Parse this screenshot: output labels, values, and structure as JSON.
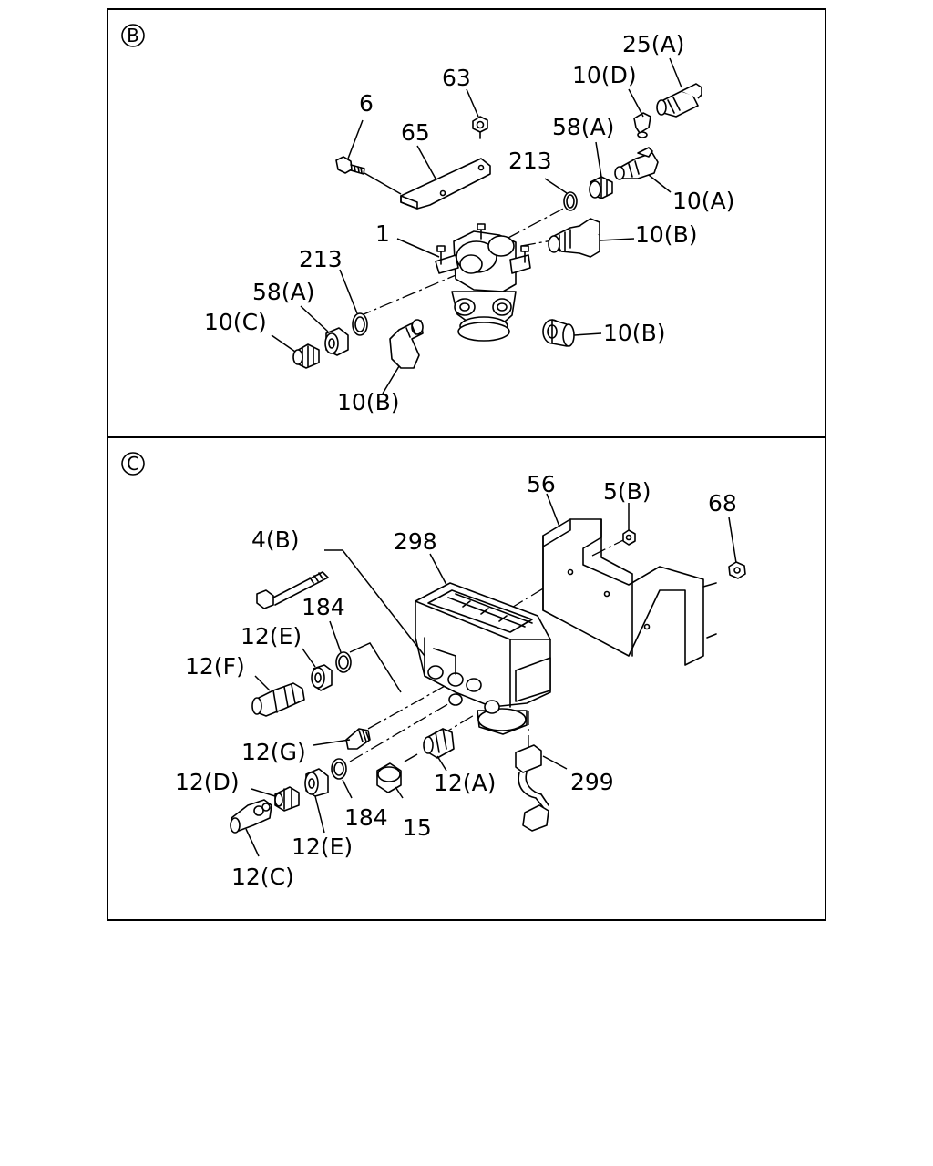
{
  "panels": {
    "B": {
      "badge": "B",
      "labels": {
        "p25A": "25(A)",
        "p10D": "10(D)",
        "p63": "63",
        "p6": "6",
        "p65": "65",
        "p58A_top": "58(A)",
        "p213_top": "213",
        "p10A": "10(A)",
        "p1": "1",
        "p10B_right": "10(B)",
        "p213_left": "213",
        "p58A_left": "58(A)",
        "p10C": "10(C)",
        "p10B_mid": "10(B)",
        "p10B_bottom": "10(B)"
      }
    },
    "C": {
      "badge": "C",
      "labels": {
        "p56": "56",
        "p5B": "5(B)",
        "p68": "68",
        "p4B": "4(B)",
        "p298": "298",
        "p184_top": "184",
        "p12E_top": "12(E)",
        "p12F": "12(F)",
        "p12G": "12(G)",
        "p12D": "12(D)",
        "p299": "299",
        "p12A": "12(A)",
        "p184_bottom": "184",
        "p15": "15",
        "p12E_bottom": "12(E)",
        "p12C": "12(C)"
      }
    }
  }
}
